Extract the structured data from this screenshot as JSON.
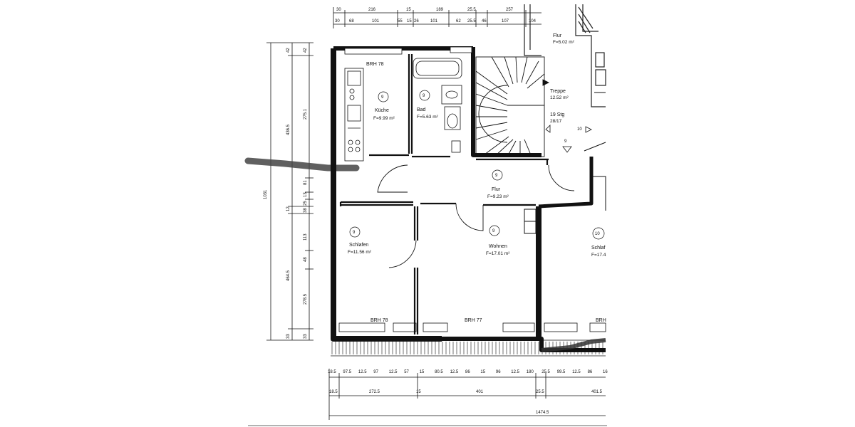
{
  "plan": {
    "rooms": [
      {
        "id": "kueche",
        "number": "9",
        "name": "Küche",
        "area": "F=9.99 m²"
      },
      {
        "id": "bad",
        "number": "9",
        "name": "Bad",
        "area": "F=5.63 m²"
      },
      {
        "id": "flur_top",
        "name": "Flur",
        "area": "F=5.02 m²"
      },
      {
        "id": "treppe",
        "name": "Treppe",
        "area": "12.52 m²",
        "note1": "19 Stg",
        "note2": "28/17"
      },
      {
        "id": "flur",
        "number": "9",
        "name": "Flur",
        "area": "F=9.23 m²"
      },
      {
        "id": "schlafen",
        "number": "9",
        "name": "Schlafen",
        "area": "F=11.56 m²"
      },
      {
        "id": "wohnen",
        "number": "9",
        "name": "Wohnen",
        "area": "F=17.01 m²"
      },
      {
        "id": "schlafen2",
        "number": "10",
        "name": "Schlaf",
        "area": "F=17.4"
      }
    ],
    "brh_labels": [
      "BRH 78",
      "BRH 78",
      "BRH 77",
      "BRH"
    ],
    "stair_markers": [
      "10",
      "9"
    ],
    "dims_top_row1": [
      "30",
      "216",
      "15",
      "189",
      "25.5",
      "257"
    ],
    "dims_top_row2": [
      "30",
      "68",
      "101",
      "55",
      "15",
      "26",
      "101",
      "62",
      "25.5",
      "46",
      "107",
      "104"
    ],
    "dims_left_total": "1031",
    "dims_left_col1": [
      "42",
      "436.5",
      "12",
      "464.5",
      "33"
    ],
    "dims_left_col2": [
      "42",
      "275.1",
      "81",
      "13",
      "25",
      "38",
      "113",
      "48",
      "278.5",
      "33"
    ],
    "dims_bottom_row1": [
      "18.5",
      "97.5",
      "12.5",
      "97",
      "12.5",
      "57",
      "15",
      "80.5",
      "12.5",
      "86",
      "15",
      "96",
      "12.5",
      "180",
      "25.5",
      "99.5",
      "12.5",
      "86",
      "16"
    ],
    "dims_bottom_row2": [
      "18.5",
      "272.5",
      "15",
      "401",
      "25.5",
      "401.5"
    ],
    "dims_bottom_total": "1474.5"
  }
}
